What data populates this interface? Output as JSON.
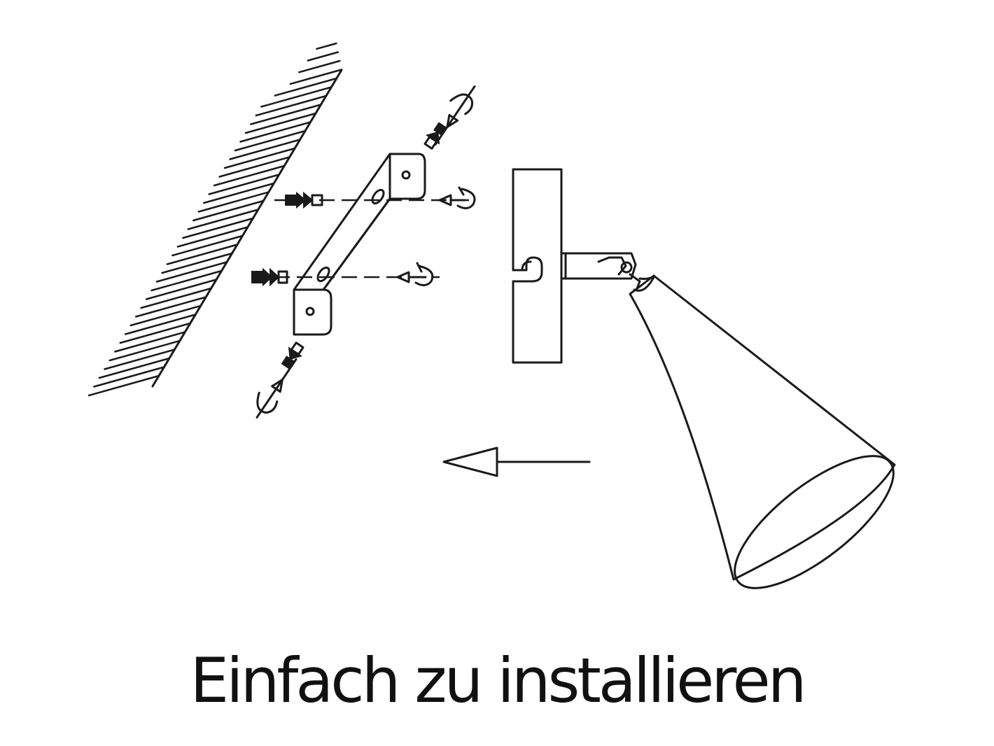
{
  "caption": "Einfach zu installieren",
  "icons": [
    "wall-hatch",
    "mounting-bracket",
    "wall-plug",
    "screw",
    "lamp-base",
    "lamp-shade",
    "direction-arrow"
  ],
  "colors": {
    "line": "#1a1a1a",
    "background": "#ffffff",
    "text": "#111111"
  }
}
